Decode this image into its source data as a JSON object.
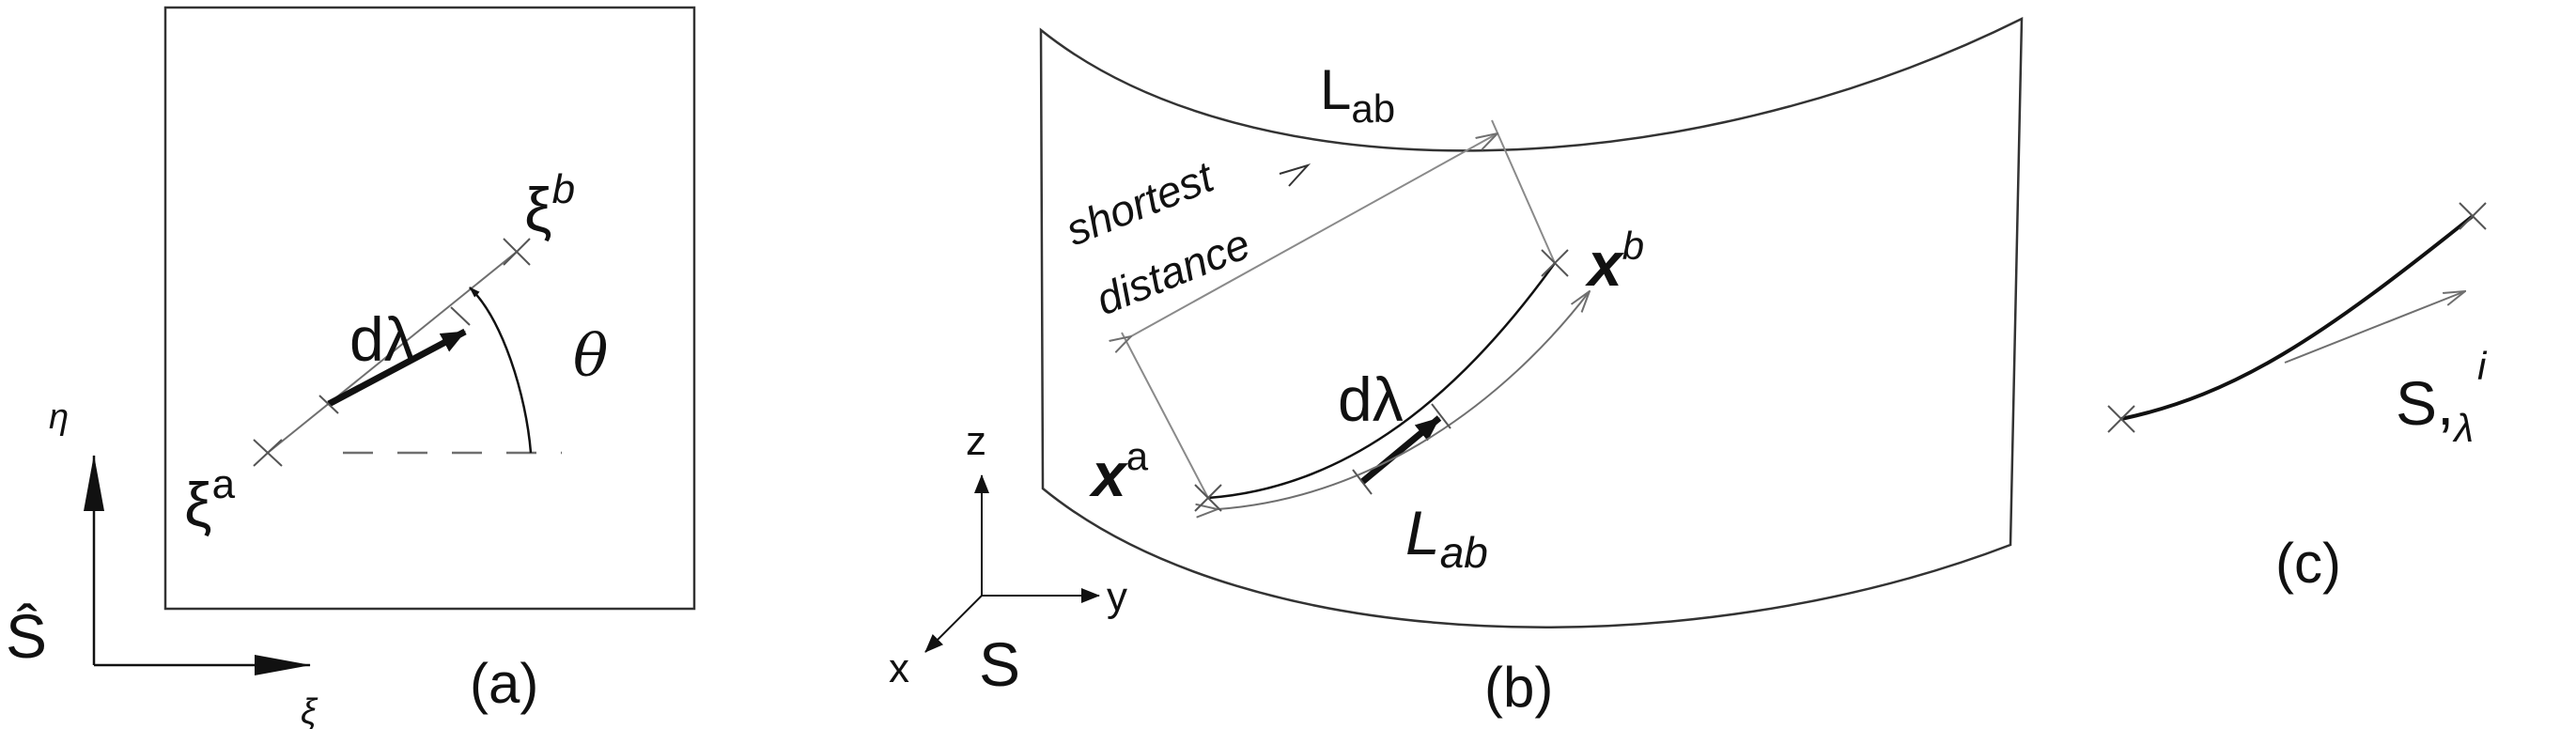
{
  "panel_a": {
    "caption": "(a)",
    "frame_label": "Ŝ",
    "axis_h": "ξ",
    "axis_v": "η",
    "point_a_base": "ξ",
    "point_a_sup": "a",
    "point_b_base": "ξ",
    "point_b_sup": "b",
    "segment_label": "dλ",
    "angle_label": "θ"
  },
  "panel_b": {
    "caption": "(b)",
    "frame_label": "S",
    "axis_x": "x",
    "axis_y": "y",
    "axis_z": "z",
    "point_a_base": "x",
    "point_a_sup": "a",
    "point_b_base": "x",
    "point_b_sup": "b",
    "segment_label": "dλ",
    "length_base": "L",
    "length_sub": "ab",
    "shortest_word": "shortest",
    "distance_word": "distance",
    "shortest_base": "L",
    "shortest_sub": "ab"
  },
  "panel_c": {
    "caption": "(c)",
    "vector_base": "S,",
    "vector_sub": "λ",
    "vector_sup": "i"
  },
  "colors": {
    "ink": "#111111",
    "construction": "#8a8a8a",
    "background": "#ffffff"
  }
}
